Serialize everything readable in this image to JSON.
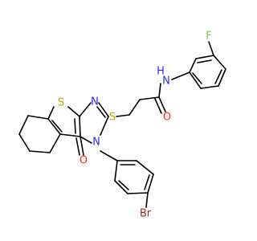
{
  "atoms": {
    "F": "F",
    "H": "H",
    "N_amide": "N",
    "O_amide": "O",
    "S_thioether": "S",
    "S_thiophene": "S",
    "N_ring_upper": "N",
    "N_ring_lower": "N",
    "O_ring": "O",
    "Br": "Br"
  },
  "colors": {
    "bond": "#000000",
    "F": "#8fbf3a",
    "N": "#2a2aff",
    "O": "#ff2a1a",
    "S": "#b8a800",
    "Br": "#a52a2a"
  }
}
